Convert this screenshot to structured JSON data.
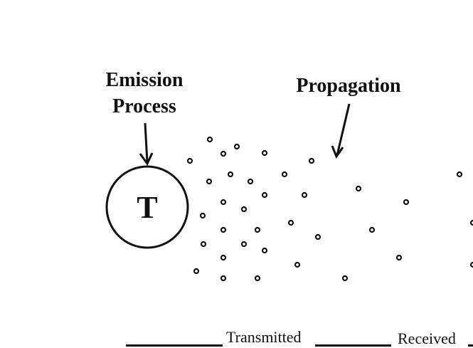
{
  "labels": {
    "emission_line1": "Emission",
    "emission_line2": "Process",
    "propagation": "Propagation",
    "transmitted": "Transmitted",
    "received": "Received"
  },
  "transmitter": {
    "letter": "T"
  },
  "colors": {
    "ink": "#111111",
    "background": "#ffffff"
  }
}
